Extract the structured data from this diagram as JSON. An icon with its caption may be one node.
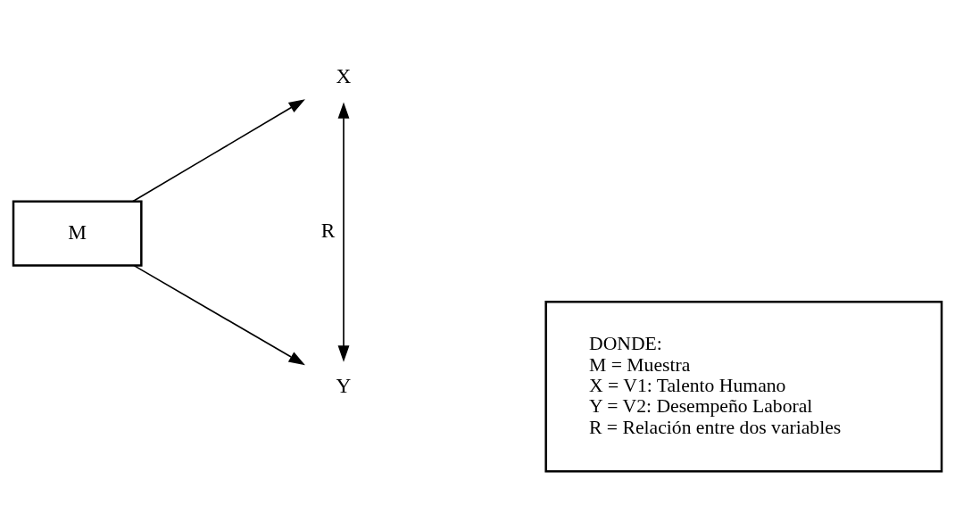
{
  "diagram": {
    "nodes": [
      {
        "text": [
          "M"
        ]
      },
      {
        "text": [
          "Y"
        ]
      },
      {
        "text": [
          "X"
        ]
      },
      {
        "text": [
          "DONDE:",
          "M = Muestra",
          "X = V1: Talento Humano",
          "Y = V2: Desempeño Laboral",
          "R = Relación entre dos variables"
        ]
      }
    ],
    "edges": [
      {
        "from": 0,
        "to": 1,
        "arrow": "to"
      },
      {
        "from": 0,
        "to": 2,
        "arrow": "to"
      },
      {
        "from": 2,
        "to": 1,
        "arrow": "both",
        "label": "R"
      }
    ]
  }
}
